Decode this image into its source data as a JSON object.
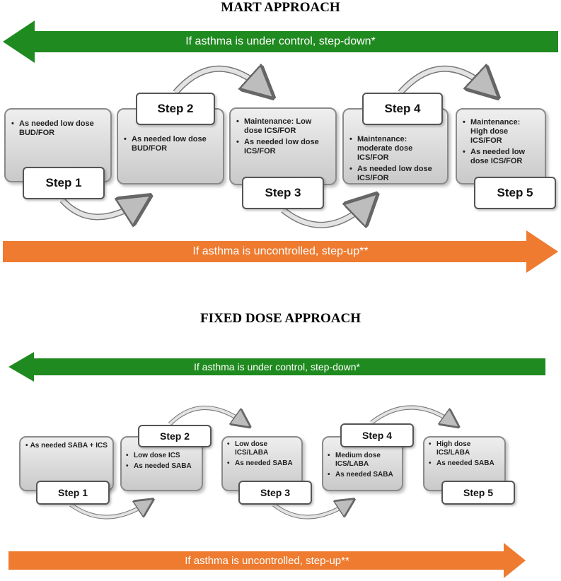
{
  "colors": {
    "down_arrow": "#1f8a1f",
    "up_arrow": "#ee7b30",
    "card_fill": "#d9d9d9"
  },
  "mart": {
    "title": "MART APPROACH",
    "down_arrow_label": "If asthma is under control, step-down*",
    "up_arrow_label": "If asthma is uncontrolled, step-up**",
    "steps": [
      {
        "label": "Step 1",
        "items": [
          "As needed low dose BUD/FOR"
        ]
      },
      {
        "label": "Step 2",
        "items": [
          "As needed low dose BUD/FOR"
        ]
      },
      {
        "label": "Step 3",
        "items": [
          "Maintenance: Low dose ICS/FOR",
          "As needed low dose ICS/FOR"
        ]
      },
      {
        "label": "Step 4",
        "items": [
          "Maintenance: moderate dose ICS/FOR",
          "As needed low dose ICS/FOR"
        ]
      },
      {
        "label": "Step 5",
        "items": [
          "Maintenance: High dose ICS/FOR",
          "As needed low dose ICS/FOR"
        ]
      }
    ]
  },
  "fixed": {
    "title": "FIXED DOSE APPROACH",
    "down_arrow_label": "If asthma is under control, step-down*",
    "up_arrow_label": "If asthma is uncontrolled, step-up**",
    "steps": [
      {
        "label": "Step 1",
        "items": [
          "As needed SABA + ICS"
        ]
      },
      {
        "label": "Step 2",
        "items": [
          "Low dose ICS",
          "As needed SABA"
        ]
      },
      {
        "label": "Step 3",
        "items": [
          "Low dose ICS/LABA",
          "As needed SABA"
        ]
      },
      {
        "label": "Step 4",
        "items": [
          "Medium dose ICS/LABA",
          "As needed SABA"
        ]
      },
      {
        "label": "Step 5",
        "items": [
          "High dose ICS/LABA",
          "As needed SABA"
        ]
      }
    ]
  }
}
